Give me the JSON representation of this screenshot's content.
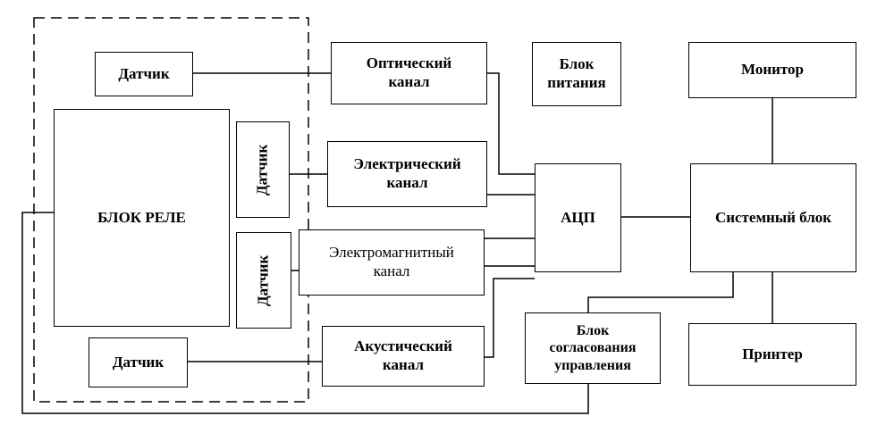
{
  "blocks": {
    "sensor_top": "Датчик",
    "sensor_vertical_1": "Датчик",
    "sensor_vertical_2": "Датчик",
    "sensor_bottom": "Датчик",
    "relay_block": "БЛОК РЕЛЕ",
    "optical_channel": "Оптический\nканал",
    "electric_channel": "Электрический\nканал",
    "electromagnetic_channel": "Электромагнитный\nканал",
    "acoustic_channel": "Акустический\nканал",
    "power_block": "Блок\nпитания",
    "adc": "АЦП",
    "monitor": "Монитор",
    "system_unit": "Системный блок",
    "printer": "Принтер",
    "control_matching_block": "Блок\nсогласования\nуправления"
  }
}
